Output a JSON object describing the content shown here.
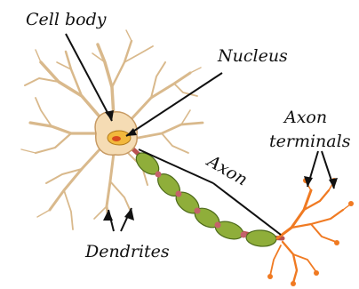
{
  "labels": {
    "cell_body": "Cell body",
    "nucleus": "Nucleus",
    "axon": "Axon",
    "axon_terminals_line1": "Axon",
    "axon_terminals_line2": "terminals",
    "dendrites": "Dendrites"
  },
  "colors": {
    "soma_fill": "#f5dcb4",
    "soma_edge": "#c79a63",
    "nucleus_fill": "#f2b83c",
    "nucleus_center": "#d94a1e",
    "myelin_fill": "#8fae3a",
    "myelin_edge": "#4d6a1a",
    "axon_core": "#b9524f",
    "terminal_fill": "#f07a22",
    "leader_line": "#111111"
  }
}
